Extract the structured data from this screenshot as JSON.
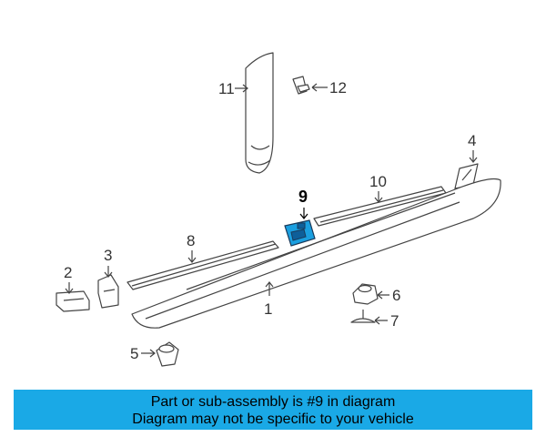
{
  "diagram": {
    "callouts": [
      {
        "id": "1",
        "text": "1"
      },
      {
        "id": "2",
        "text": "2"
      },
      {
        "id": "3",
        "text": "3"
      },
      {
        "id": "4",
        "text": "4"
      },
      {
        "id": "5",
        "text": "5"
      },
      {
        "id": "6",
        "text": "6"
      },
      {
        "id": "7",
        "text": "7"
      },
      {
        "id": "8",
        "text": "8"
      },
      {
        "id": "9",
        "text": "9"
      },
      {
        "id": "10",
        "text": "10"
      },
      {
        "id": "11",
        "text": "11"
      },
      {
        "id": "12",
        "text": "12"
      }
    ],
    "highlighted_part": "9",
    "highlight_color": "#1a9fe0"
  },
  "banner": {
    "line1": "Part or sub-assembly is #9 in diagram",
    "line2": "Diagram may not be specific to your vehicle",
    "background": "#1aa9e6"
  }
}
